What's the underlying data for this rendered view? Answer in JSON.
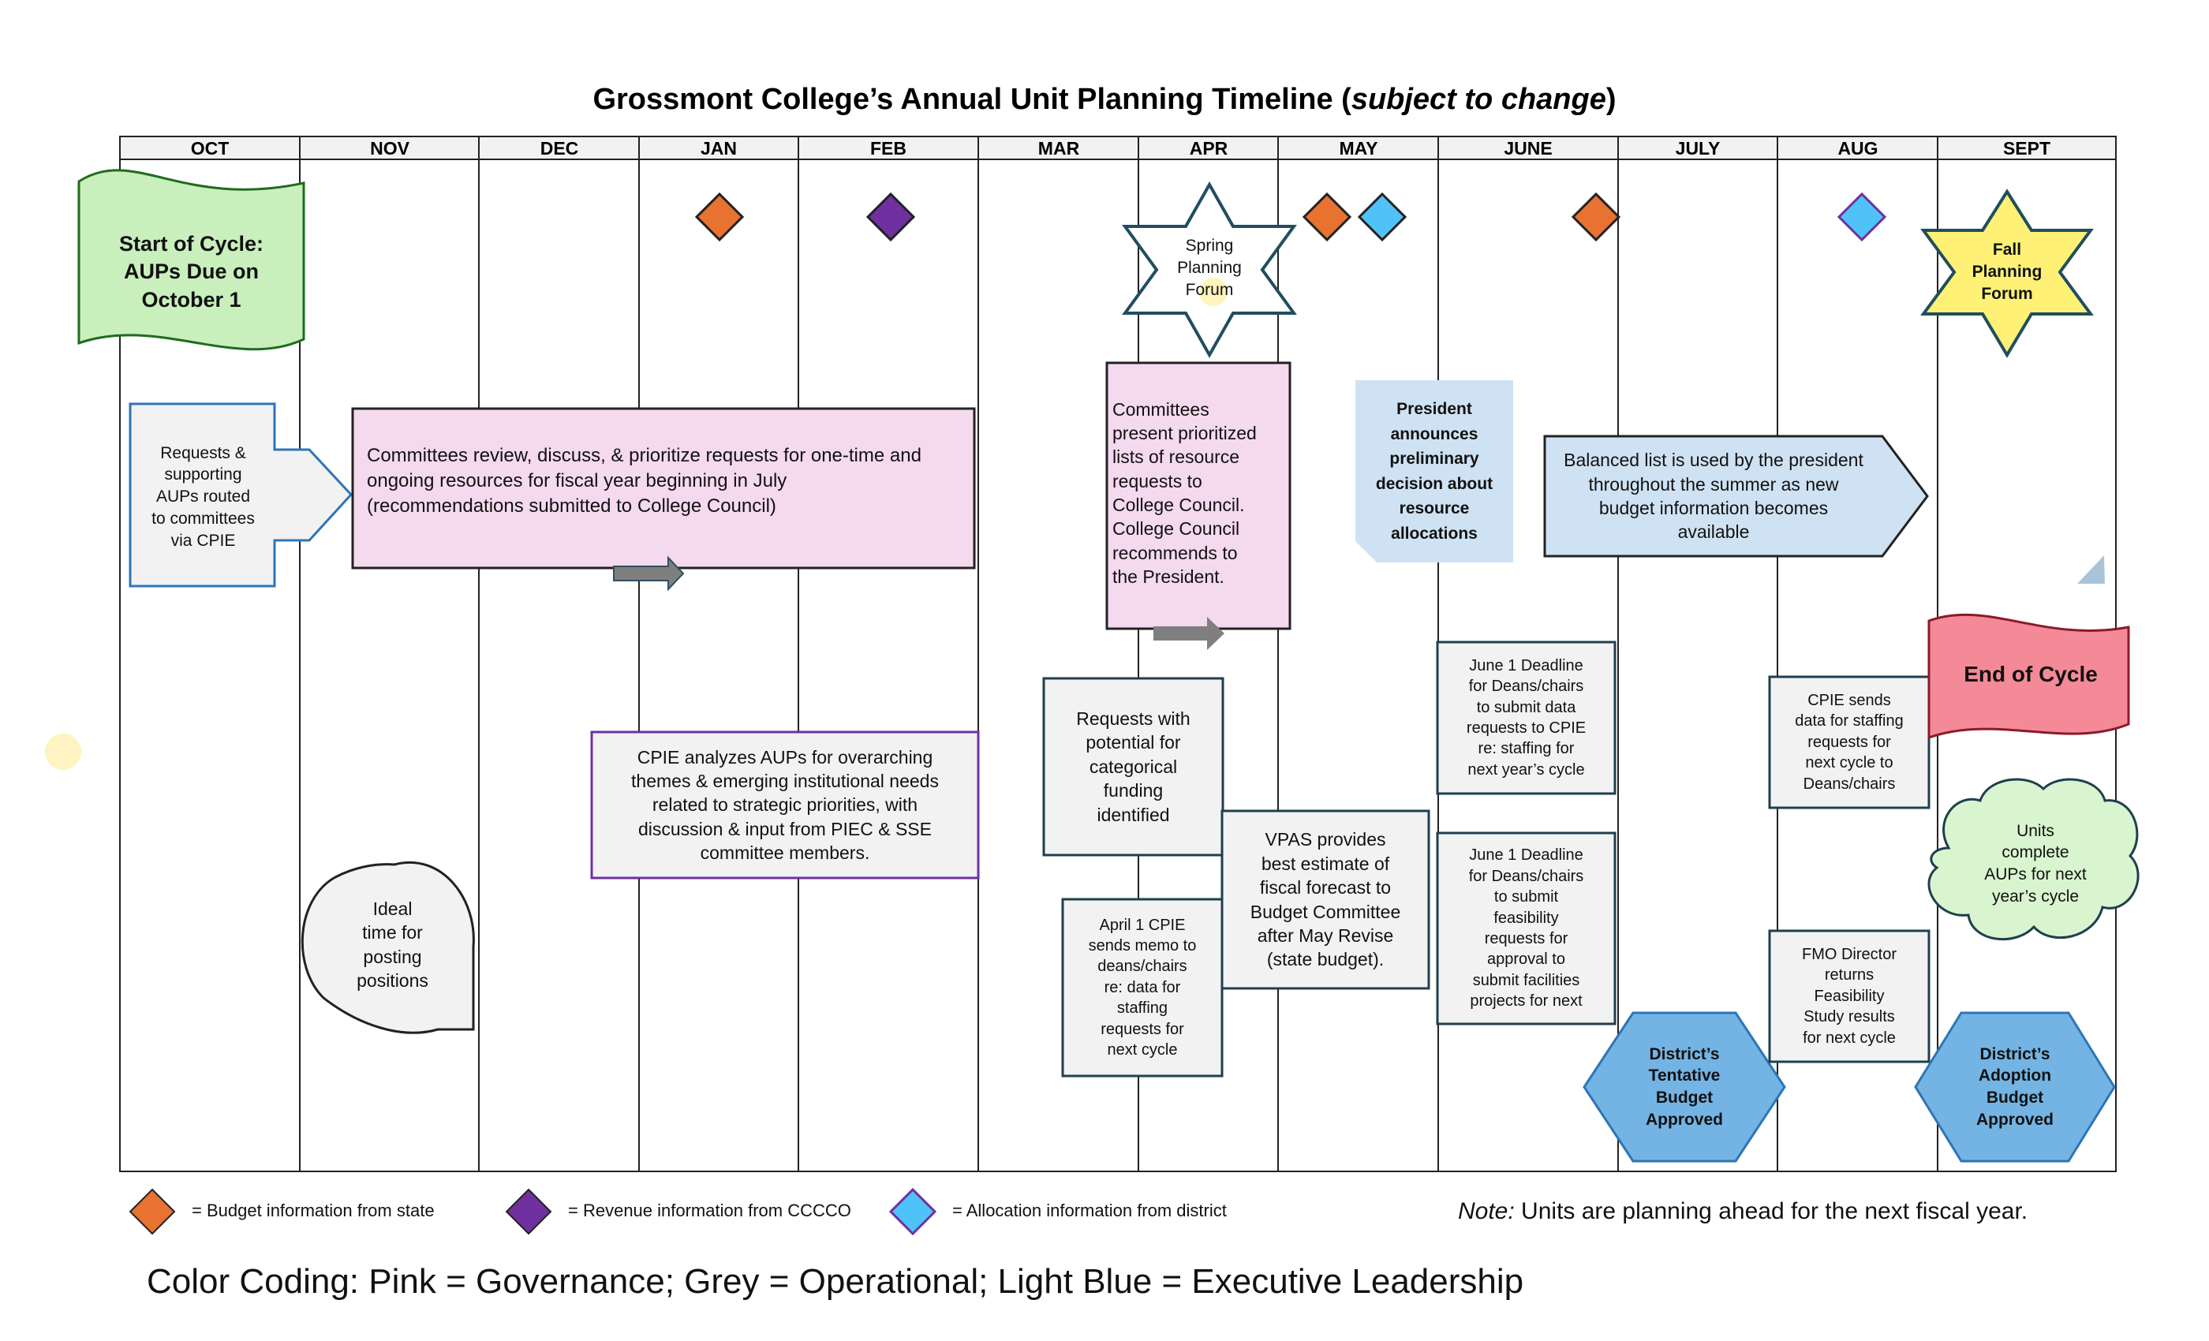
{
  "title": {
    "main": "Grossmont College’s Annual Unit Planning Timeline (",
    "italic": "subject to change",
    "close": ")"
  },
  "months": [
    "OCT",
    "NOV",
    "DEC",
    "JAN",
    "FEB",
    "MAR",
    "APR",
    "MAY",
    "JUNE",
    "JULY",
    "AUG",
    "SEPT"
  ],
  "colors": {
    "budget_state": "#e8722f",
    "revenue_cccco": "#7030a0",
    "allocation_district": "#4fc3f7",
    "governance_pink": "#f5d9ef",
    "operational_grey": "#f2f2f2",
    "exec_blue": "#cfe2f3",
    "start_green": "#c9efbd",
    "end_pink": "#f48a97",
    "star_yellow": "#fff176",
    "hex_blue": "#74b4e4"
  },
  "shapes": {
    "start_cycle": "Start of Cycle:\nAUPs Due on\nOctober 1",
    "requests_routed": "Requests &\nsupporting\nAUPs routed\nto committees\nvia CPIE",
    "committees_review": "Committees review, discuss, & prioritize requests for one-time and\nongoing resources for fiscal year beginning in July\n(recommendations submitted to College Council)",
    "cpie_analyzes": "CPIE analyzes AUPs for overarching\nthemes & emerging institutional needs\nrelated to strategic priorities, with\ndiscussion & input from PIEC & SSE\ncommittee members.",
    "ideal_time": "Ideal\ntime for\nposting\npositions",
    "spring_forum": "Spring\nPlanning\nForum",
    "committees_present": "Committees\npresent prioritized\nlists of resource\nrequests to\nCollege Council.\nCollege Council\nrecommends to\nthe President.",
    "categorical_funding": "Requests with\npotential for\ncategorical\nfunding\nidentified",
    "april1_cpie": "April 1 CPIE\nsends memo to\ndeans/chairs\nre: data for\nstaffing\nrequests for\nnext cycle",
    "vpas_provides": "VPAS provides\nbest estimate of\nfiscal forecast to\nBudget Committee\nafter May Revise\n(state budget).",
    "president_announces": "President\nannounces\npreliminary\ndecision about\nresource\nallocations",
    "june1_data": "June 1 Deadline\nfor Deans/chairs\nto submit data\nrequests to CPIE\nre: staffing for\nnext year’s cycle",
    "june1_feasibility": "June 1 Deadline\nfor Deans/chairs\nto submit\nfeasibility\nrequests for\napproval to\nsubmit facilities\nprojects for next",
    "balanced_list": "Balanced list is used by the president\nthroughout the summer as new\nbudget information becomes\navailable",
    "district_tentative": "District’s\nTentative\nBudget\nApproved",
    "cpie_sends": "CPIE sends\ndata for staffing\nrequests for\nnext cycle to\nDeans/chairs",
    "fmo_director": "FMO Director\nreturns\nFeasibility\nStudy results\nfor next cycle",
    "fall_forum": "Fall\nPlanning\nForum",
    "end_cycle": "End of Cycle",
    "units_complete": "Units\ncomplete\nAUPs for next\nyear’s cycle",
    "district_adoption": "District’s\nAdoption\nBudget\nApproved"
  },
  "legend": {
    "budget_state": "= Budget information from state",
    "revenue_cccco": "= Revenue information from CCCCO",
    "allocation_district": "= Allocation information from district"
  },
  "note": {
    "label": "Note:",
    "text": " Units are planning ahead for the next fiscal year."
  },
  "color_coding": "Color Coding:  Pink = Governance; Grey = Operational; Light Blue = Executive Leadership"
}
